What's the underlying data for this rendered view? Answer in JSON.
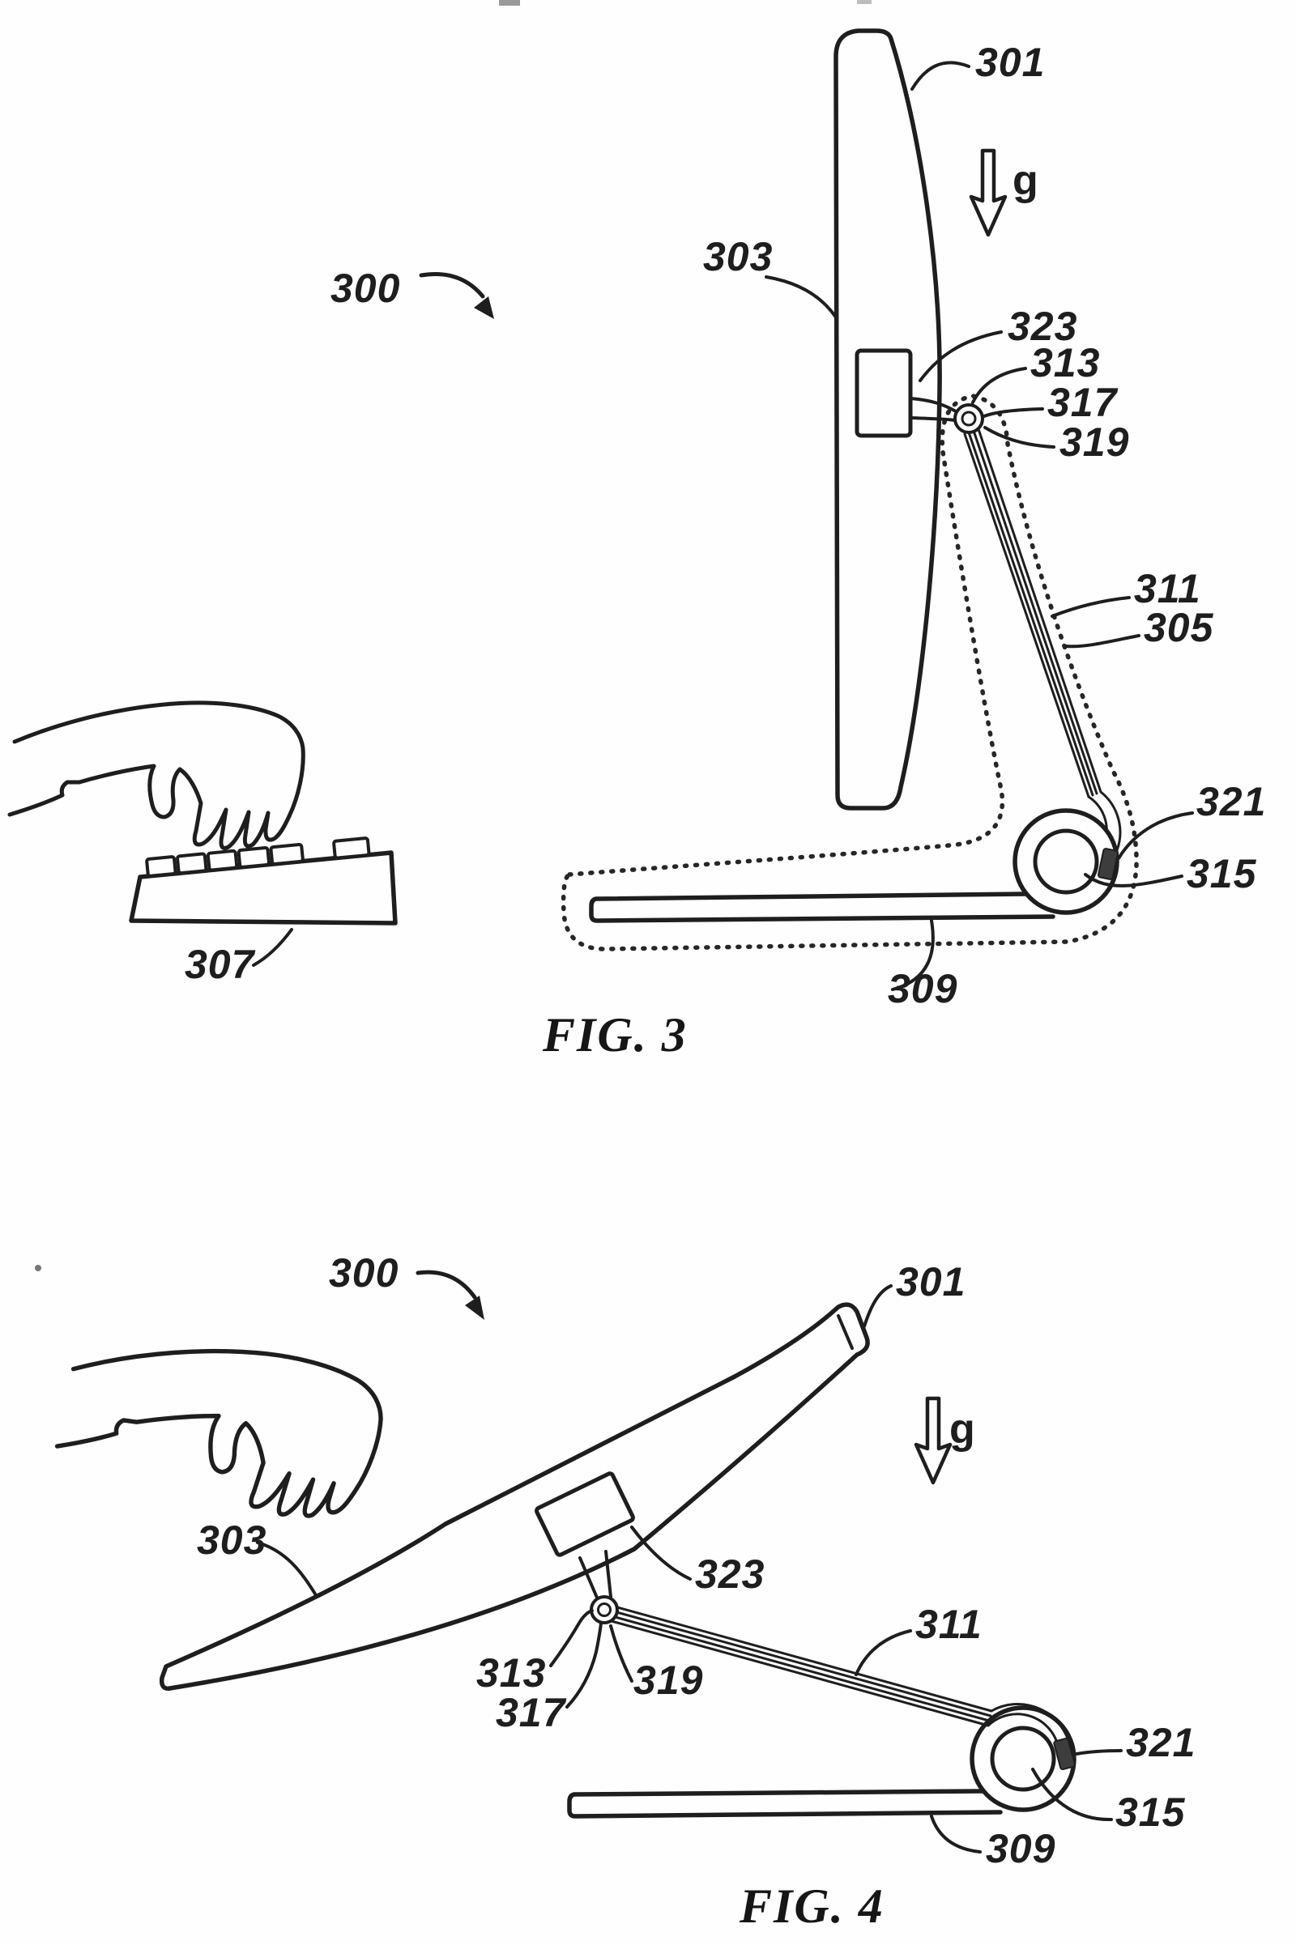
{
  "page": {
    "background": "#fefefe",
    "ink": "#1e1e1e"
  },
  "figure3": {
    "caption": "FIG. 3",
    "gravity_label": "g",
    "refs": {
      "r300": "300",
      "r301": "301",
      "r303": "303",
      "r305": "305",
      "r307": "307",
      "r309": "309",
      "r311": "311",
      "r313": "313",
      "r315": "315",
      "r317": "317",
      "r319": "319",
      "r321": "321",
      "r323": "323"
    }
  },
  "figure4": {
    "caption": "FIG. 4",
    "gravity_label": "g",
    "refs": {
      "r300": "300",
      "r301": "301",
      "r303": "303",
      "r309": "309",
      "r311": "311",
      "r313": "313",
      "r315": "315",
      "r317": "317",
      "r319": "319",
      "r321": "321",
      "r323": "323"
    }
  }
}
